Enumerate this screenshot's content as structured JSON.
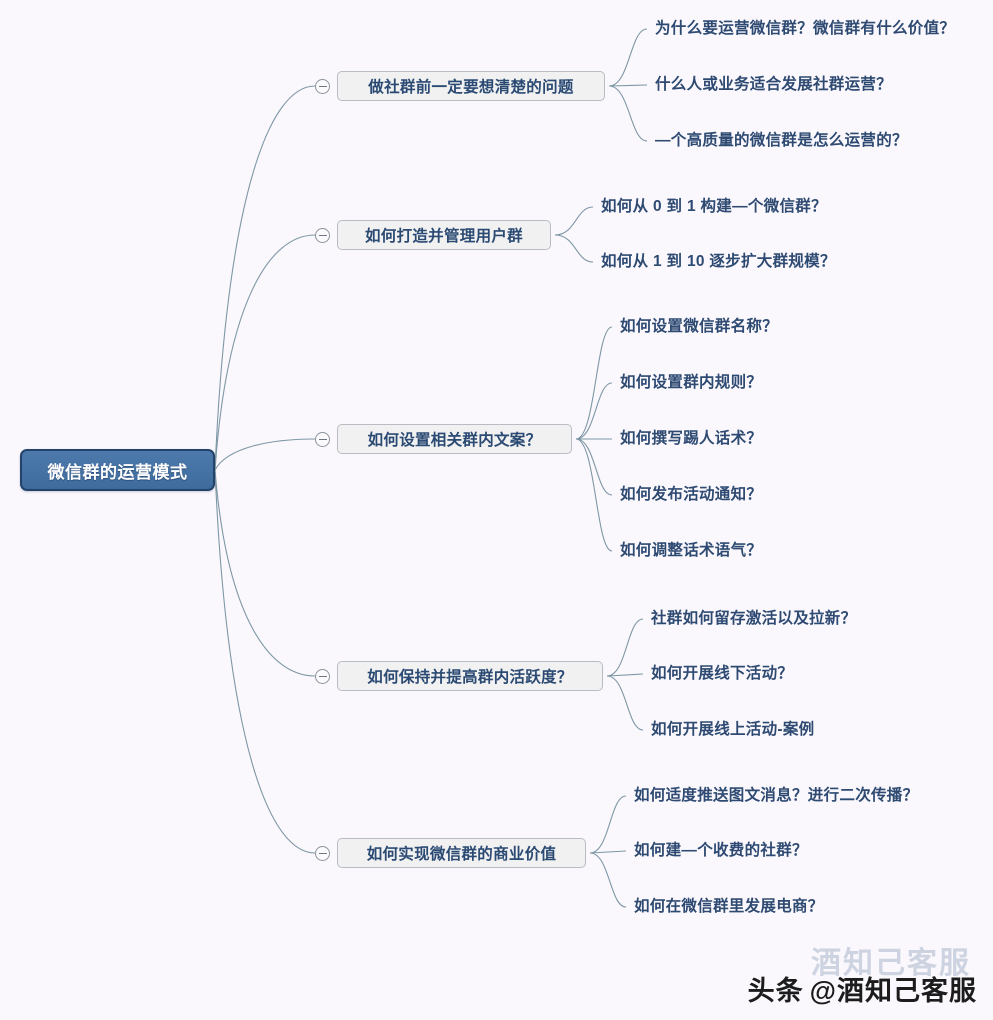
{
  "background_color": "#faf8fc",
  "root": {
    "label": "微信群的运营模式",
    "fill_color": "#4572a4",
    "border_color": "#23436b",
    "text_color": "#ffffff"
  },
  "branch_style": {
    "fill_color": "#f1f1f1",
    "border_color": "#b9bcc2",
    "text_color": "#2b4a73"
  },
  "leaf_style": {
    "text_color": "#2e4a72"
  },
  "edge_color": "#7e97a6",
  "toggle_icon": "minus-circle-icon",
  "branches": [
    {
      "label": "做社群前一定要想清楚的问题",
      "children": [
        "为什么要运营微信群？微信群有什么价值？",
        "什么人或业务适合发展社群运营？",
        "—个高质量的微信群是怎么运营的？"
      ]
    },
    {
      "label": "如何打造并管理用户群",
      "children": [
        "如何从 0 到 1 构建—个微信群？",
        "如何从 1 到 10 逐步扩大群规模？"
      ]
    },
    {
      "label": "如何设置相关群内文案？",
      "children": [
        "如何设置微信群名称？",
        "如何设置群内规则？",
        "如何撰写踢人话术？",
        "如何发布活动通知？",
        "如何调整话术语气？"
      ]
    },
    {
      "label": "如何保持并提高群内活跃度？",
      "children": [
        "社群如何留存激活以及拉新？",
        "如何开展线下活动？",
        "如何开展线上活动-案例"
      ]
    },
    {
      "label": "如何实现微信群的商业价值",
      "children": [
        "如何适度推送图文消息？进行二次传播？",
        "如何建—个收费的社群？",
        "如何在微信群里发展电商？"
      ]
    }
  ],
  "watermark": {
    "prefix": "头条",
    "handle": "@酒知己客服",
    "ghost": "酒知己客服"
  }
}
